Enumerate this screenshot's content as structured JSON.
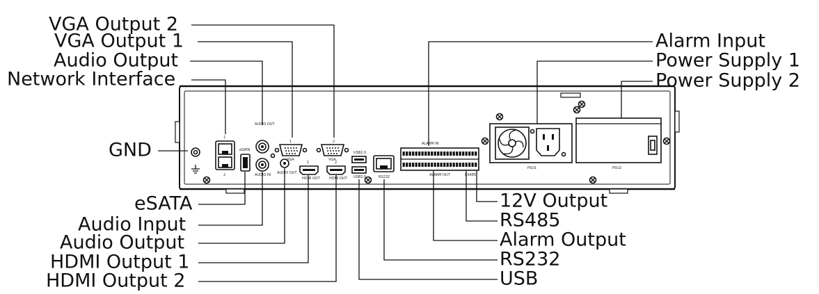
{
  "labels": {
    "vga_output_2": "VGA Output 2",
    "vga_output_1": "VGA Output 1",
    "audio_output_top": "Audio Output",
    "network_interface": "Network Interface",
    "gnd": "GND",
    "esata": "eSATA",
    "audio_input": "Audio Input",
    "audio_output_bottom": "Audio Output",
    "hdmi_output_1": "HDMI Output 1",
    "hdmi_output_2": "HDMI Output 2",
    "alarm_input": "Alarm Input",
    "power_supply_1": "Power Supply 1",
    "power_supply_2": "Power Supply 2",
    "v12_output": "12V Output",
    "rs485": "RS485",
    "alarm_output": "Alarm Output",
    "rs232": "RS232",
    "usb": "USB"
  },
  "panel_markings": {
    "esata": "eSATA",
    "audio_out_top": "AUDIO OUT",
    "audio_in": "AUDIO IN",
    "audio_out": "AUDIO OUT",
    "vga_1": "1",
    "vga_2": "2",
    "vga_1_label": "VGA",
    "vga_2_label": "VGA",
    "hdmi_1": "1",
    "hdmi_2": "2",
    "hdmi_1_label": "HDMI OUT",
    "hdmi_2_label": "HDMI OUT",
    "usb_top": "USB2.0",
    "usb_bottom": "USB2.0",
    "rs232": "RS232",
    "alarm_in": "ALARM IN",
    "alarm_out": "ALARM OUT",
    "rs485": "RS485",
    "psu1": "PSU1",
    "psu2": "PSU2",
    "net_1": "1",
    "net_2": "2"
  },
  "colors": {
    "stroke": "#111111",
    "background": "#ffffff"
  }
}
